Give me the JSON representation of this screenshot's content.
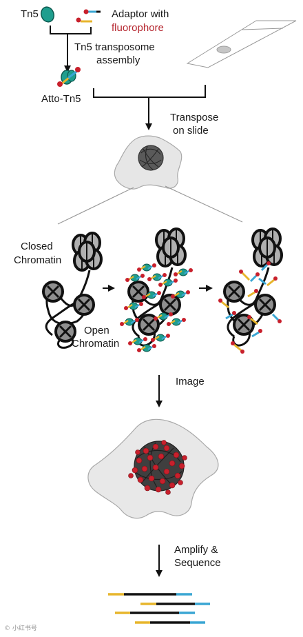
{
  "labels": {
    "tn5": "Tn5",
    "adaptor_line1": "Adaptor with",
    "adaptor_line2": "fluorophore",
    "assembly_line1": "Tn5 transposome",
    "assembly_line2": "assembly",
    "atto_tn5": "Atto-Tn5",
    "transpose_line1": "Transpose",
    "transpose_line2": "on slide",
    "closed_line1": "Closed",
    "closed_line2": "Chromatin",
    "open_line1": "Open",
    "open_line2": "Chromatin",
    "image": "Image",
    "amplify_line1": "Amplify &",
    "amplify_line2": "Sequence"
  },
  "watermark": "© 小红书号",
  "colors": {
    "tn5_teal": "#1f9e8e",
    "fluorophore_red": "#c8202c",
    "adaptor_yellow": "#e7b52c",
    "adaptor_blue": "#3aa6d3",
    "dna_black": "#111111",
    "cell_gray": "#e6e6e6",
    "nucleosome_gray": "#9a9a9a"
  }
}
